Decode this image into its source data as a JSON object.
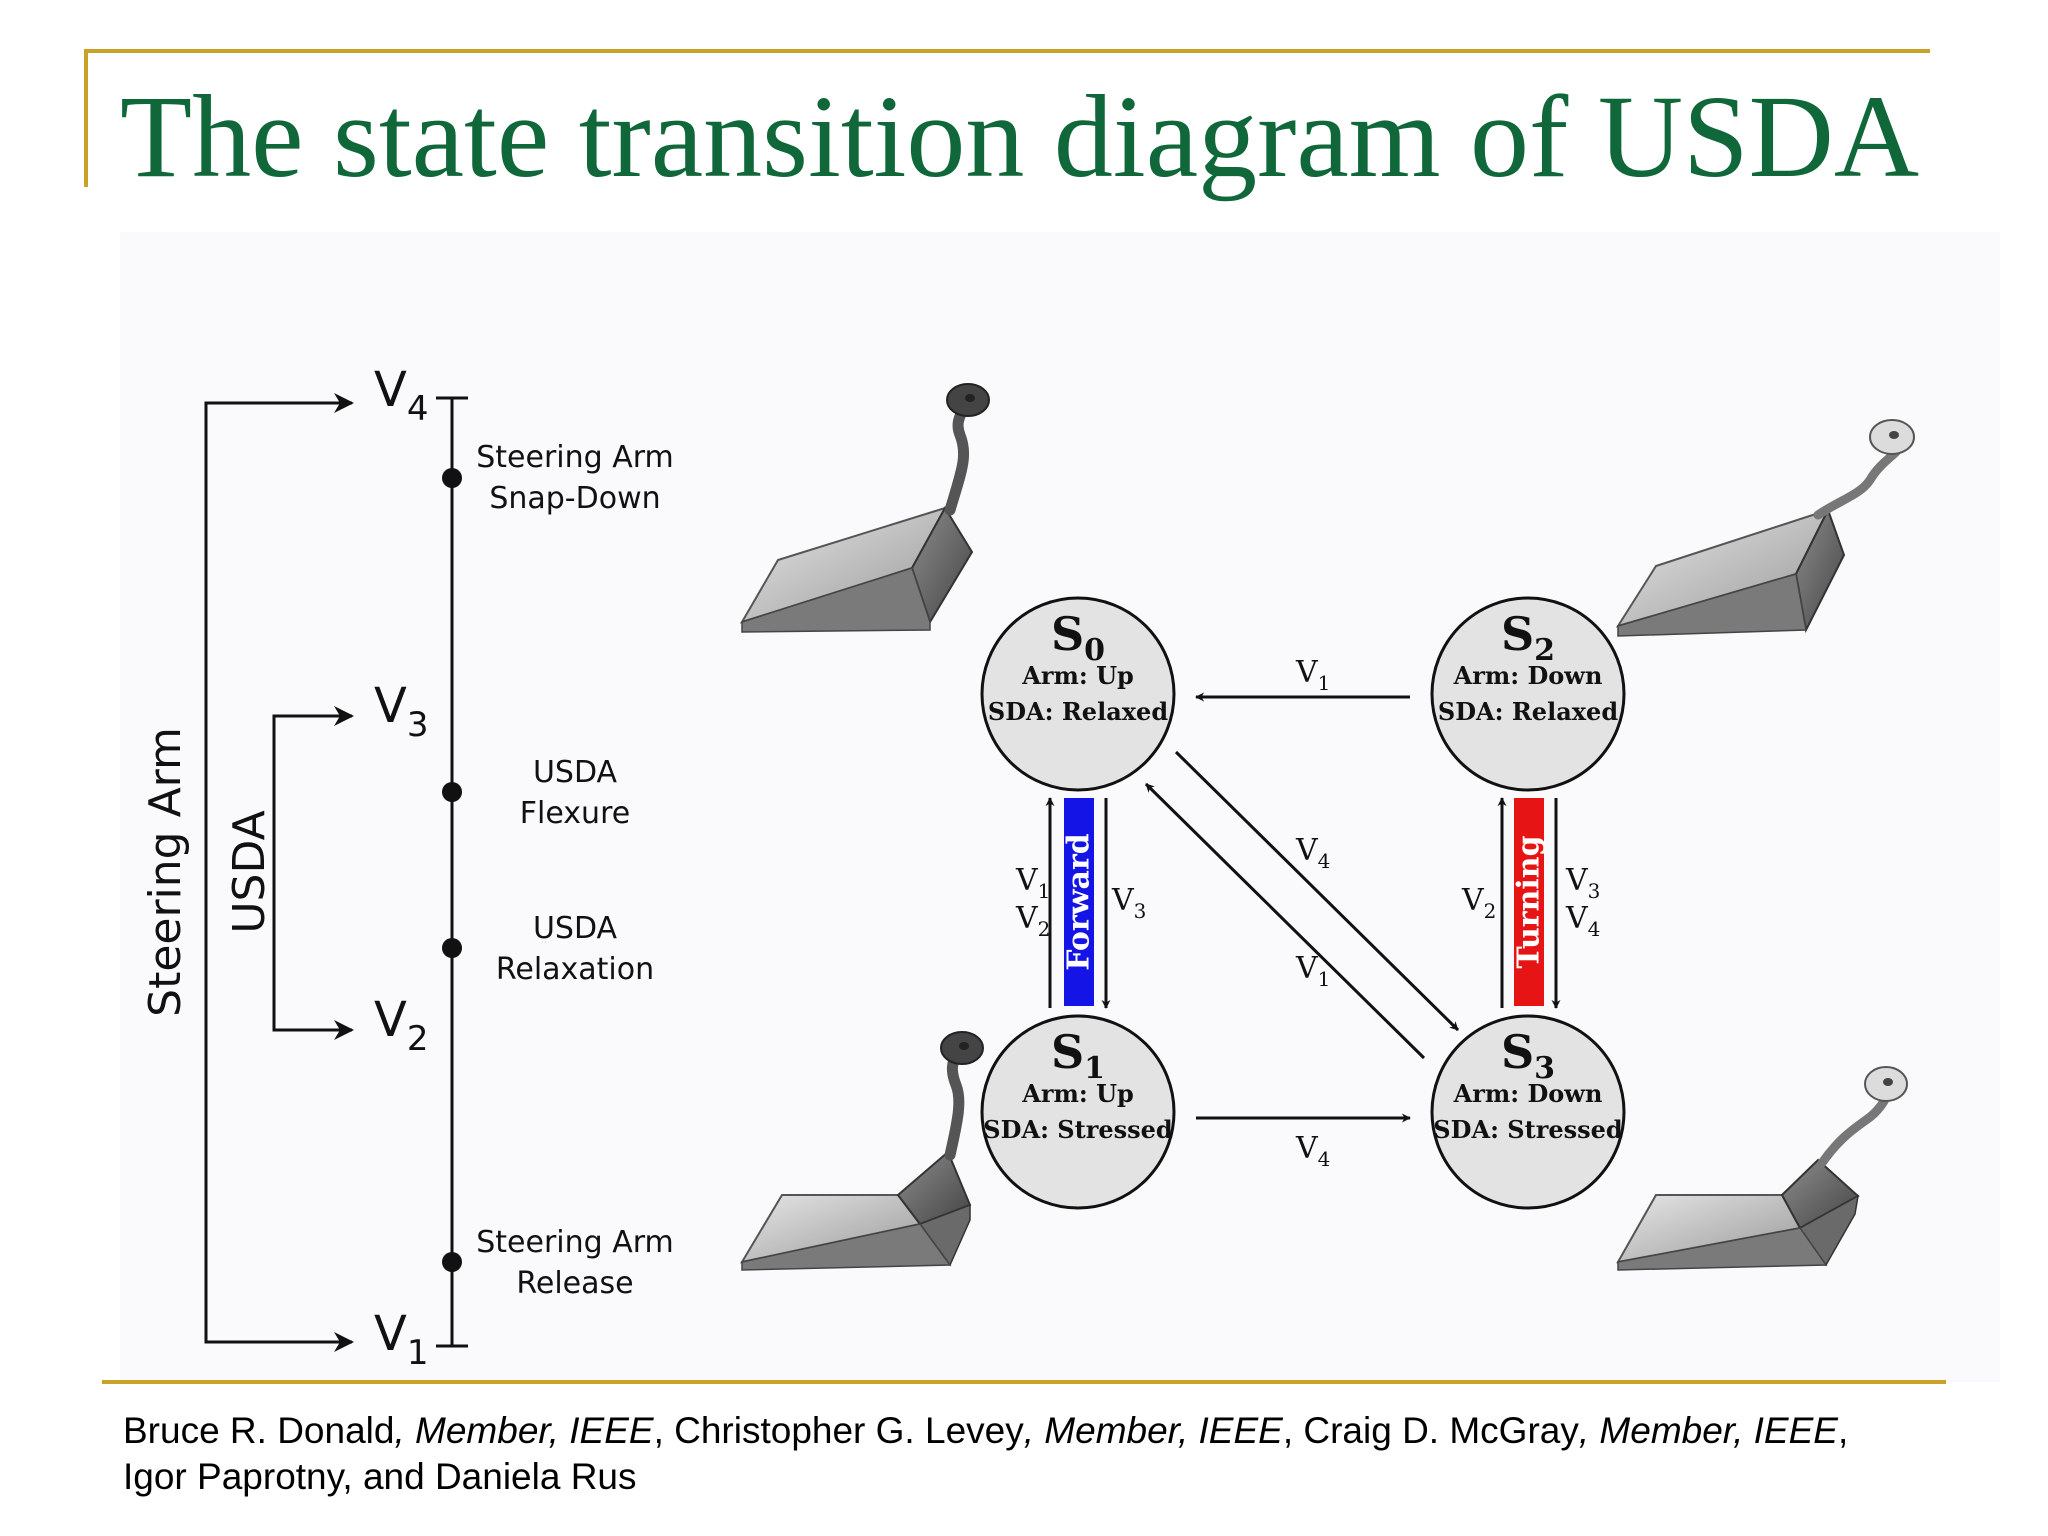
{
  "title": "The state transition diagram of USDA",
  "voltage_scale": {
    "levels": [
      {
        "id": "v4",
        "name": "V",
        "sub": "4"
      },
      {
        "id": "v3",
        "name": "V",
        "sub": "3"
      },
      {
        "id": "v2",
        "name": "V",
        "sub": "2"
      },
      {
        "id": "v1",
        "name": "V",
        "sub": "1"
      }
    ],
    "events": [
      {
        "line1": "Steering Arm",
        "line2": "Snap-Down"
      },
      {
        "line1": "USDA",
        "line2": "Flexure"
      },
      {
        "line1": "USDA",
        "line2": "Relaxation"
      },
      {
        "line1": "Steering Arm",
        "line2": "Release"
      }
    ],
    "brackets": {
      "outer": "Steering Arm",
      "inner": "USDA"
    }
  },
  "states": [
    {
      "id": "S0",
      "letter": "S",
      "sub": "0",
      "arm": "Arm: Up",
      "sda": "SDA: Relaxed"
    },
    {
      "id": "S1",
      "letter": "S",
      "sub": "1",
      "arm": "Arm: Up",
      "sda": "SDA: Stressed"
    },
    {
      "id": "S2",
      "letter": "S",
      "sub": "2",
      "arm": "Arm: Down",
      "sda": "SDA: Relaxed"
    },
    {
      "id": "S3",
      "letter": "S",
      "sub": "3",
      "arm": "Arm: Down",
      "sda": "SDA: Stressed"
    }
  ],
  "transitions": {
    "s2_to_s0": {
      "v": "V",
      "sub": "1"
    },
    "s1_to_s3": {
      "v": "V",
      "sub": "4"
    },
    "s0_to_s3": {
      "v": "V",
      "sub": "4"
    },
    "s3_to_s0": {
      "v": "V",
      "sub": "1"
    },
    "s1_to_s0": [
      {
        "v": "V",
        "sub": "1"
      },
      {
        "v": "V",
        "sub": "2"
      }
    ],
    "s0_to_s1": {
      "v": "V",
      "sub": "3"
    },
    "s3_to_s2": {
      "v": "V",
      "sub": "2"
    },
    "s2_to_s3": [
      {
        "v": "V",
        "sub": "3"
      },
      {
        "v": "V",
        "sub": "4"
      }
    ]
  },
  "bars": {
    "forward": {
      "label": "Forward",
      "color": "#1414e6"
    },
    "turning": {
      "label": "Turning",
      "color": "#e61414"
    }
  },
  "citation": {
    "line1": [
      {
        "text": "Bruce R. Donald",
        "italic": false
      },
      {
        "text": ", Member, IEEE",
        "italic": true
      },
      {
        "text": ", Christopher G. Levey",
        "italic": false
      },
      {
        "text": ", Member, IEEE",
        "italic": true
      },
      {
        "text": ", Craig D. McGray",
        "italic": false
      },
      {
        "text": ", Member, IEEE",
        "italic": true
      },
      {
        "text": ",",
        "italic": false
      }
    ],
    "line2": "Igor Paprotny, and Daniela Rus"
  },
  "colors": {
    "title": "#10683a",
    "rule": "#c9a227"
  }
}
